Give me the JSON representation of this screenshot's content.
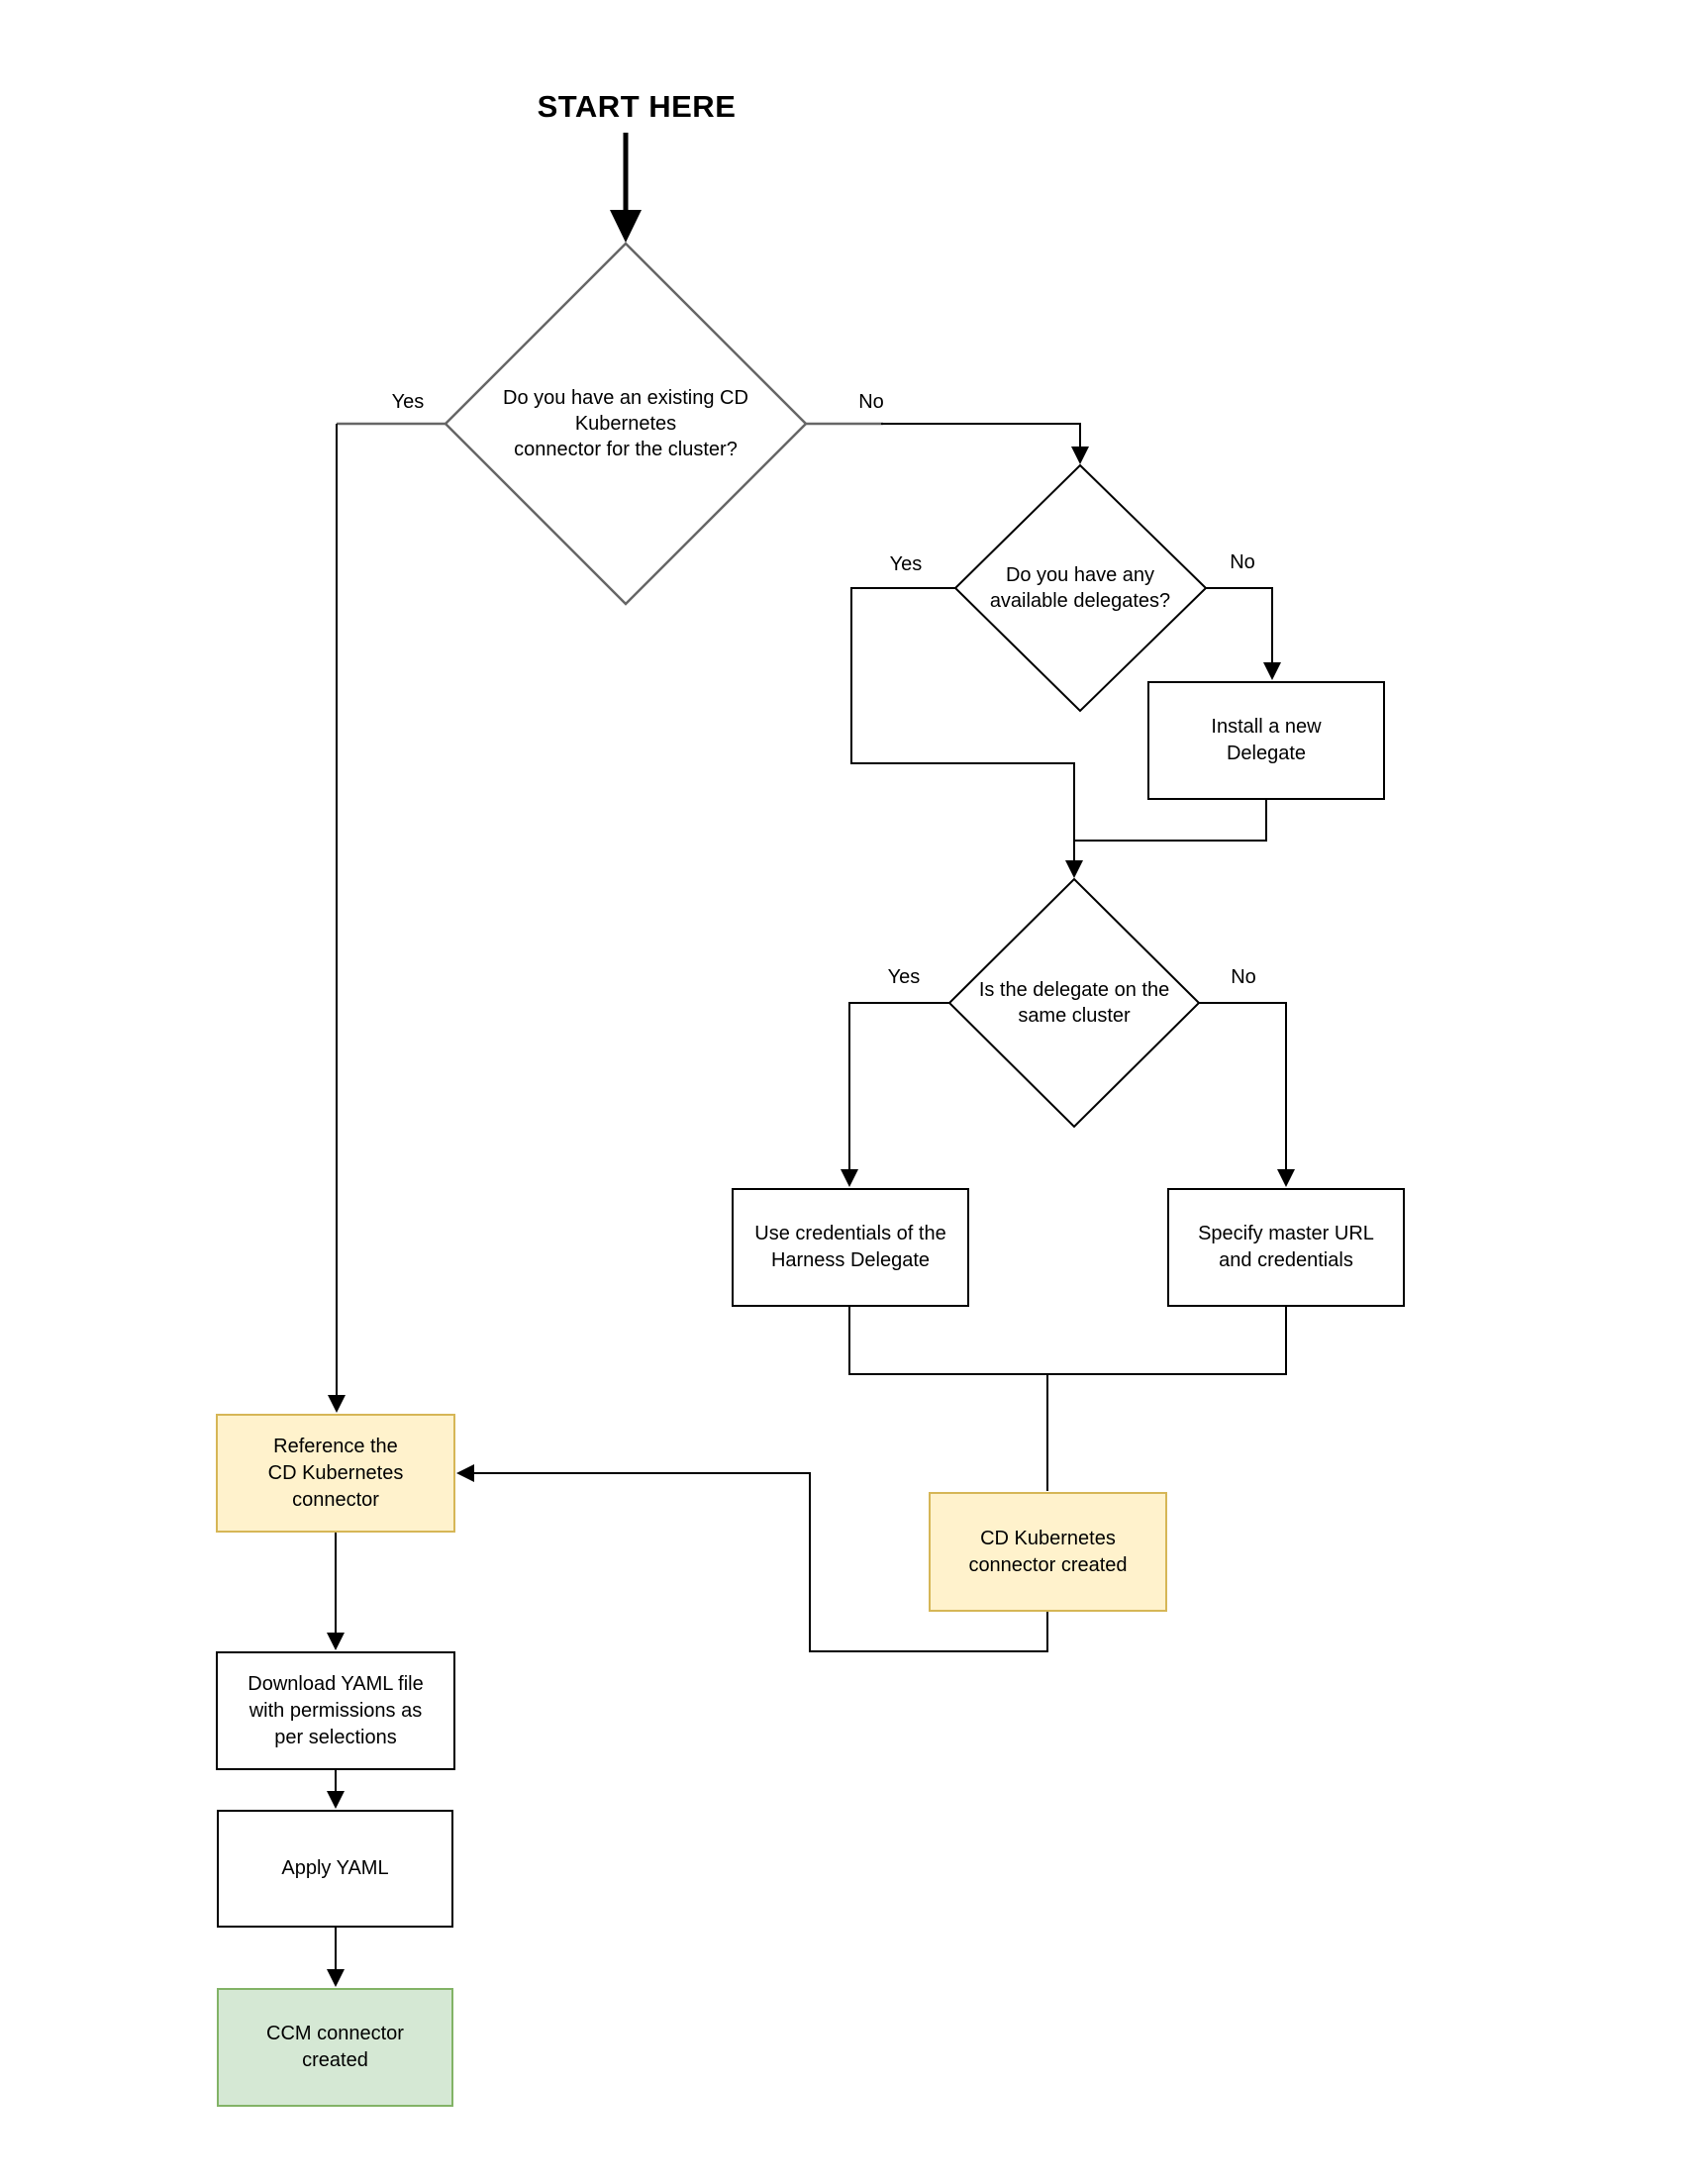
{
  "title": "START HERE",
  "colors": {
    "node_border": "#000000",
    "diamond_gray": "#666666",
    "line": "#000000",
    "line_gray": "#666666",
    "yellow_fill": "#FFF2CC",
    "yellow_border": "#D6B656",
    "green_fill": "#D5E8D4",
    "green_border": "#82B366",
    "text": "#000000",
    "background": "#FFFFFF"
  },
  "nodes": {
    "decision_existing_connector": {
      "text": "Do you have an existing CD\nKubernetes\nconnector for the cluster?"
    },
    "decision_available_delegates": {
      "text": "Do you have any\navailable delegates?"
    },
    "decision_same_cluster": {
      "text": "Is the delegate on the\nsame cluster"
    },
    "install_delegate": {
      "text": "Install a new\nDelegate"
    },
    "use_credentials": {
      "text": "Use credentials of the\nHarness Delegate"
    },
    "specify_master_url": {
      "text": "Specify master URL\nand credentials"
    },
    "cd_connector_created": {
      "text": "CD Kubernetes\nconnector created"
    },
    "reference_connector": {
      "text": "Reference the\nCD Kubernetes\nconnector"
    },
    "download_yaml": {
      "text": "Download YAML file\nwith permissions as\nper selections"
    },
    "apply_yaml": {
      "text": "Apply YAML"
    },
    "ccm_connector_created": {
      "text": "CCM connector\ncreated"
    }
  },
  "edge_labels": {
    "existing_yes": "Yes",
    "existing_no": "No",
    "delegates_yes": "Yes",
    "delegates_no": "No",
    "same_cluster_yes": "Yes",
    "same_cluster_no": "No"
  }
}
